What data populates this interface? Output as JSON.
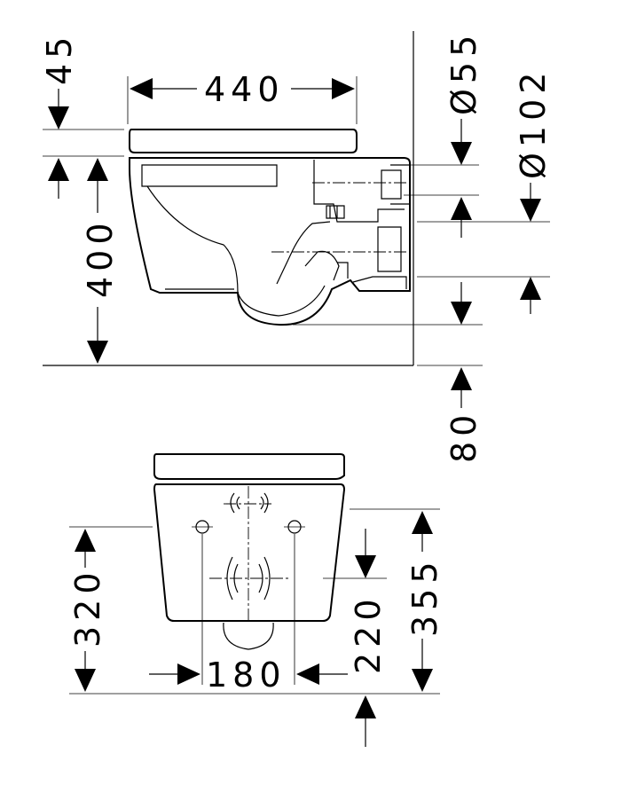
{
  "side_view": {
    "width_label": "440",
    "seat_label": "45",
    "height_label": "400",
    "outlet_label": "Ø55",
    "inlet_label": "Ø102",
    "floor_label": "80"
  },
  "front_view": {
    "bolt_spacing_label": "180",
    "bolt_height_label": "320",
    "axis_label": "220",
    "total_height_label": "355"
  }
}
